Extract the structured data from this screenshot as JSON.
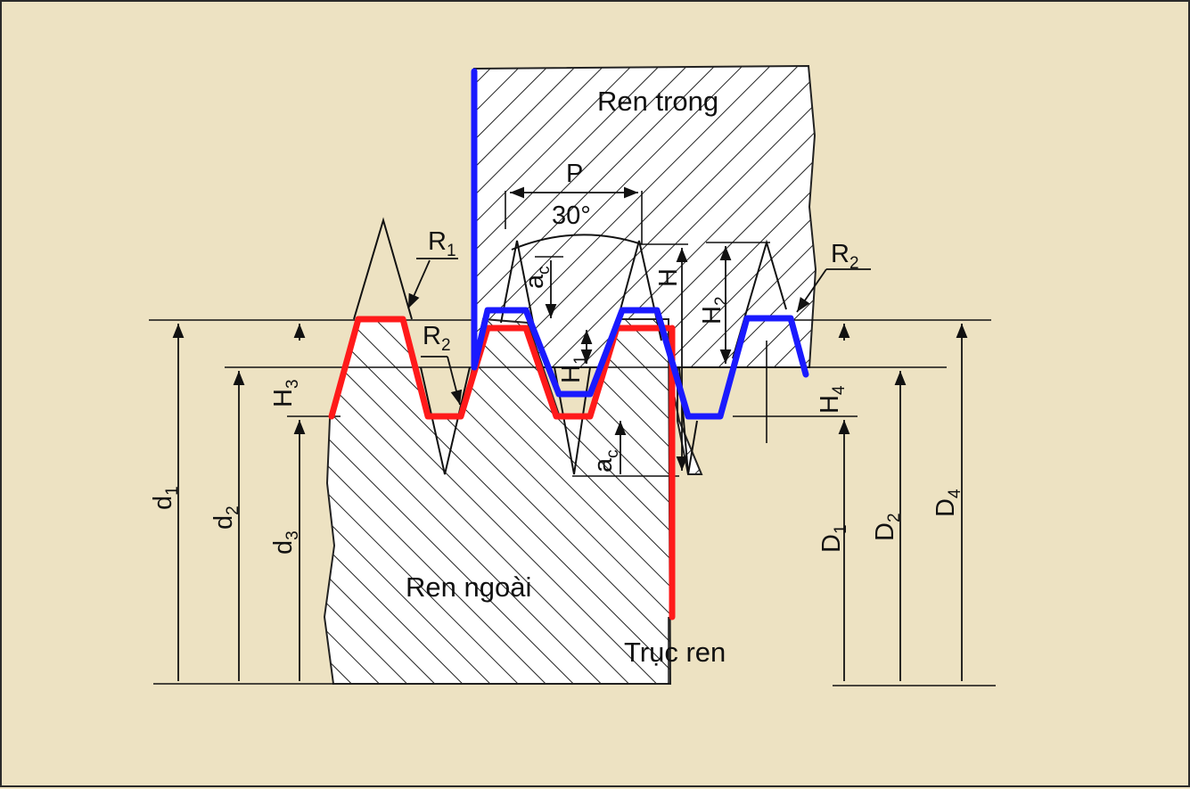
{
  "labels": {
    "internal_thread": "Ren trong",
    "external_thread": "Ren ngoài",
    "thread_axis": "Trục ren",
    "pitch": "P",
    "angle": "30°",
    "r1": {
      "main": "R",
      "sub": "1"
    },
    "r2_left": {
      "main": "R",
      "sub": "2"
    },
    "r2_right": {
      "main": "R",
      "sub": "2"
    },
    "h": "H",
    "h1": {
      "main": "H",
      "sub": "1"
    },
    "h2": {
      "main": "H",
      "sub": "2"
    },
    "h3": {
      "main": "H",
      "sub": "3"
    },
    "h4": {
      "main": "H",
      "sub": "4"
    },
    "ac_top": {
      "main": "a",
      "sub": "c"
    },
    "ac_bottom": {
      "main": "a",
      "sub": "c"
    },
    "d1": {
      "main": "d",
      "sub": "1"
    },
    "d2": {
      "main": "d",
      "sub": "2"
    },
    "d3": {
      "main": "d",
      "sub": "3"
    },
    "D1": {
      "main": "D",
      "sub": "1"
    },
    "D2": {
      "main": "D",
      "sub": "2"
    },
    "D4": {
      "main": "D",
      "sub": "4"
    }
  },
  "colors": {
    "background": "#ede2c2",
    "external_profile": "#ff1a1a",
    "internal_profile": "#1a1aff",
    "line": "#111111"
  }
}
